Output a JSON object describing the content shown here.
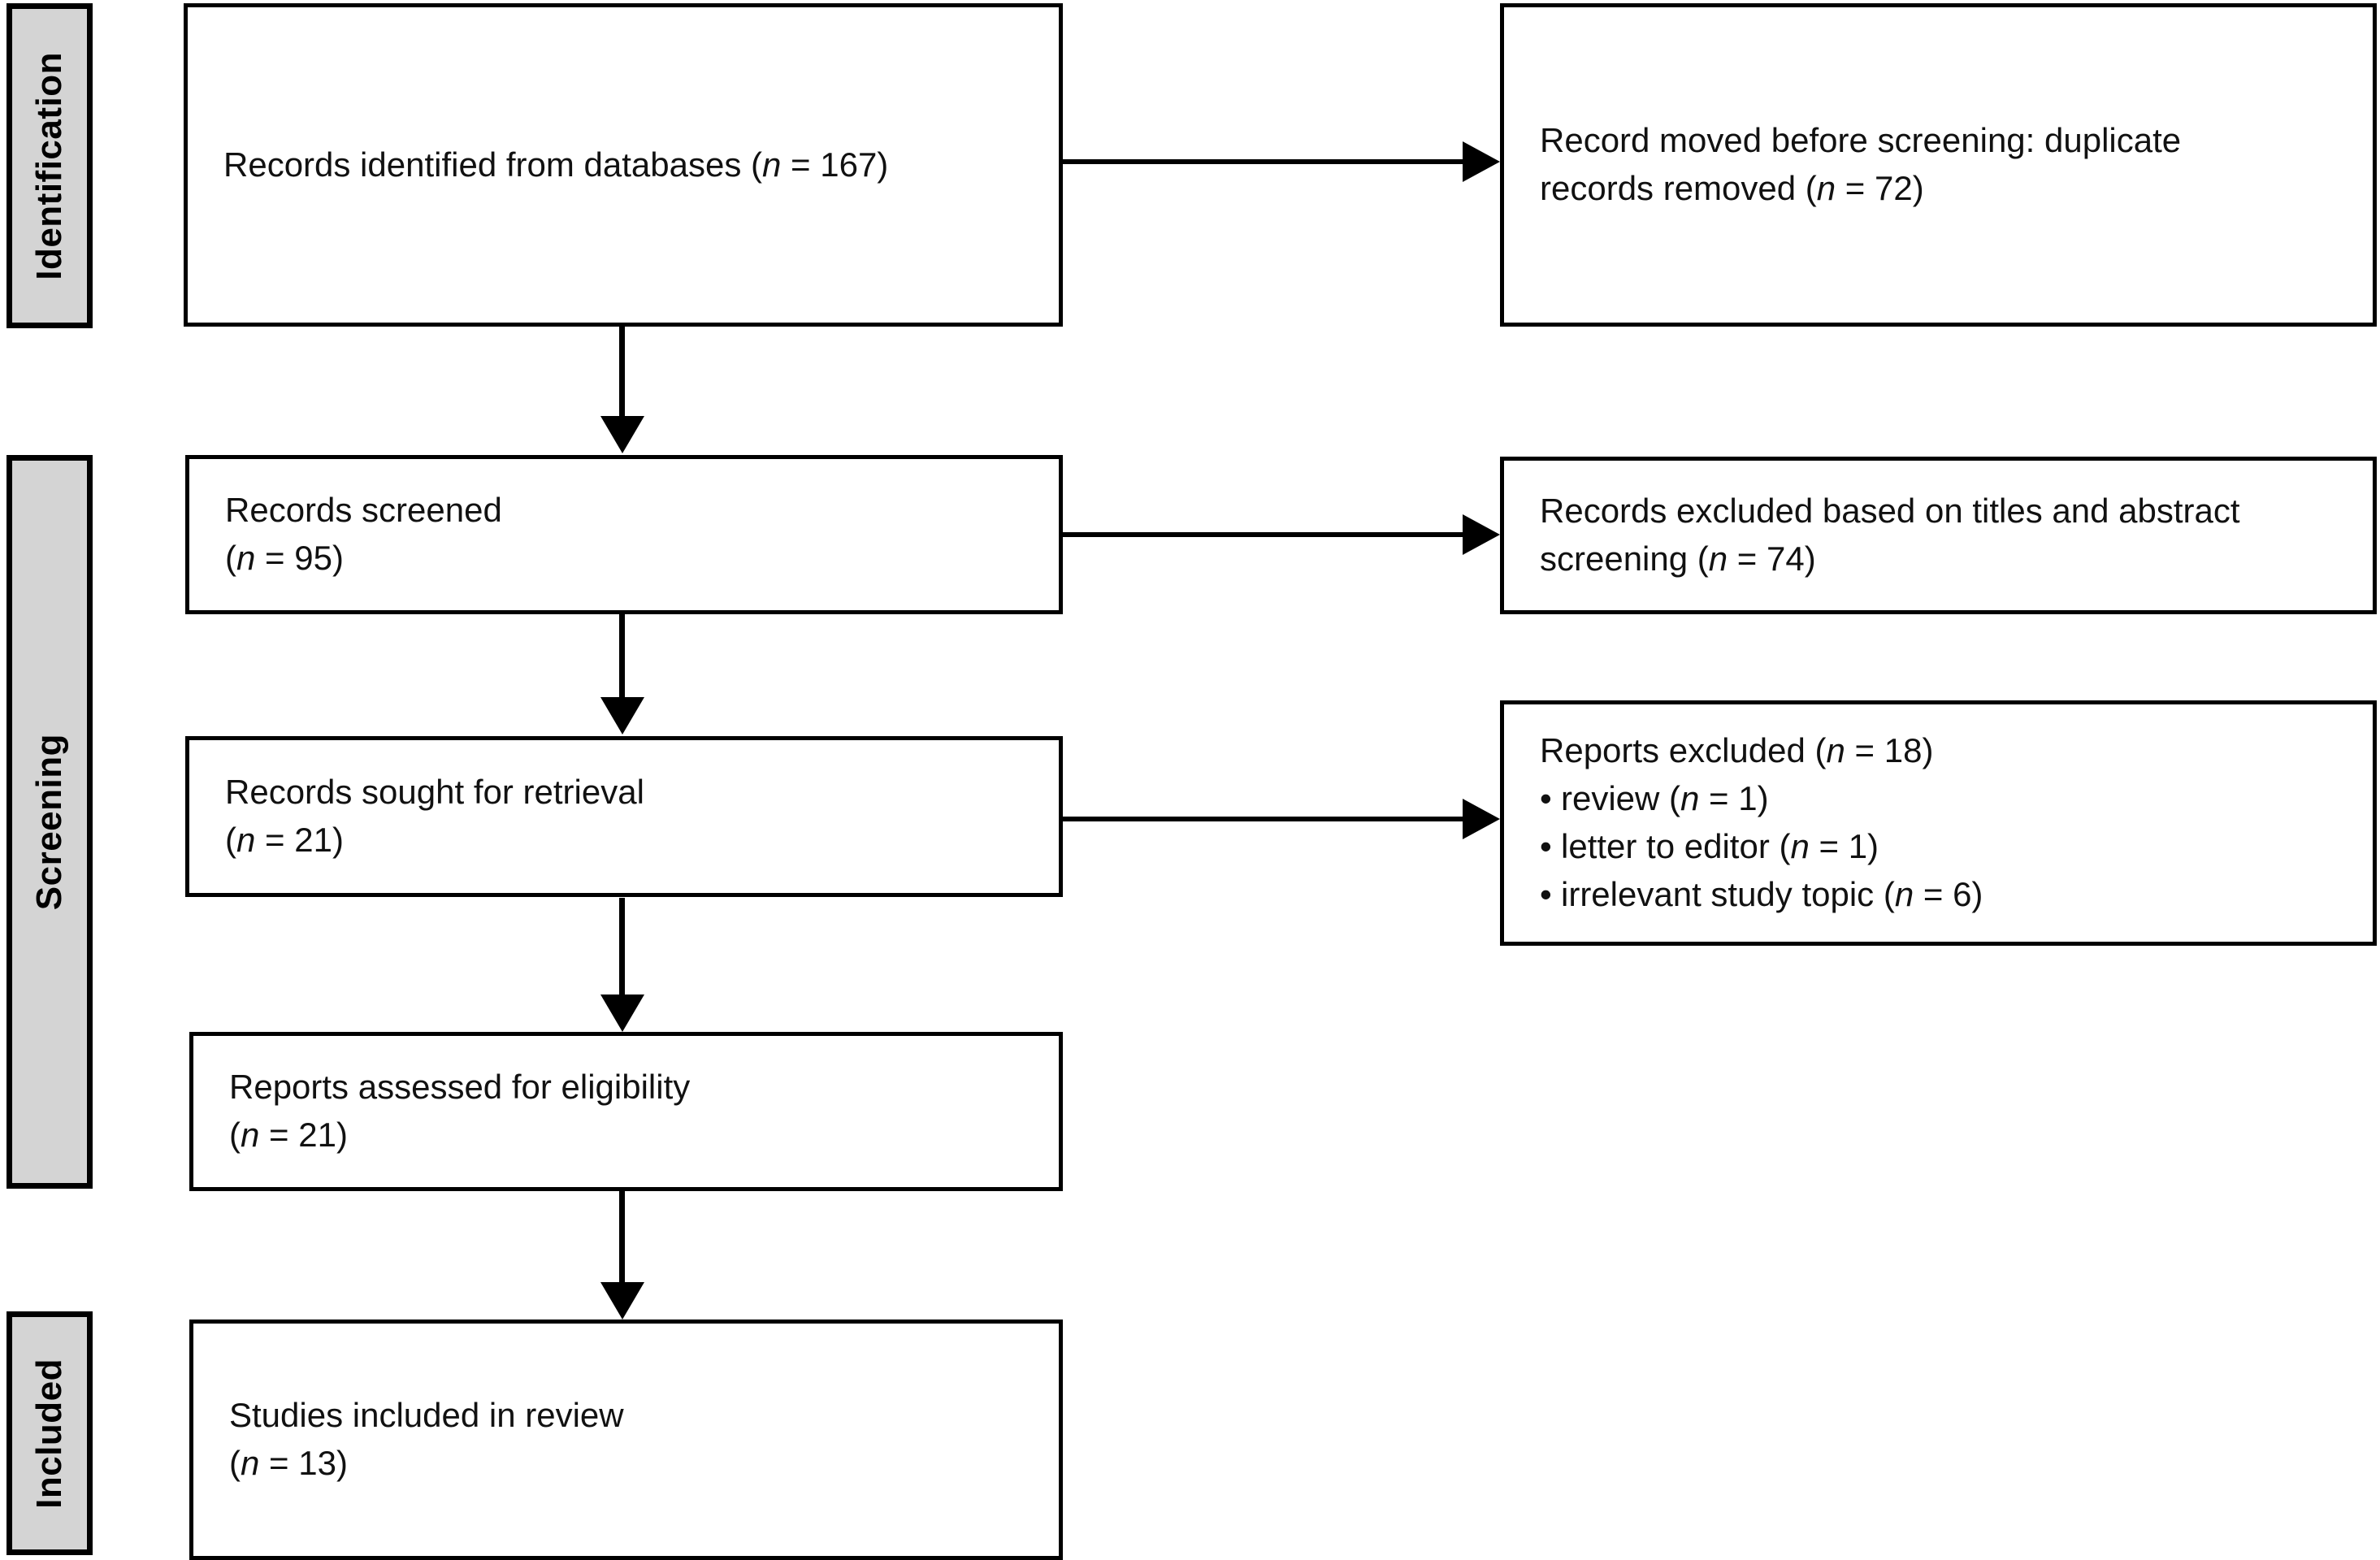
{
  "diagram": {
    "type": "prisma-flow-diagram",
    "stages": [
      {
        "id": "identification",
        "label": "Identification"
      },
      {
        "id": "screening",
        "label": "Screening"
      },
      {
        "id": "included",
        "label": "Included"
      }
    ],
    "boxes": {
      "records_identified": {
        "line1_a": "Records identified from databases (",
        "line1_n": "n",
        "line1_b": " = 167)"
      },
      "duplicates_removed": {
        "line1": "Record moved before screening: duplicate",
        "line2_a": "records removed (",
        "line2_n": "n",
        "line2_b": " = 72)"
      },
      "records_screened": {
        "line1": "Records screened",
        "line2_a": "(",
        "line2_n": "n",
        "line2_b": " = 95)"
      },
      "records_excluded": {
        "line1": "Records excluded based on titles and abstract",
        "line2_a": "screening (",
        "line2_n": "n",
        "line2_b": " = 74)"
      },
      "records_sought": {
        "line1": "Records sought for retrieval",
        "line2_a": "(",
        "line2_n": "n",
        "line2_b": " = 21)"
      },
      "reports_excluded": {
        "title_a": "Reports excluded (",
        "title_n": "n",
        "title_b": " = 18)",
        "bullets": [
          {
            "dot": "•",
            "text_a": "review (",
            "text_n": "n",
            "text_b": " = 1)"
          },
          {
            "dot": "•",
            "text_a": "letter to editor (",
            "text_n": "n",
            "text_b": " = 1)"
          },
          {
            "dot": "•",
            "text_a": "irrelevant study topic (",
            "text_n": "n",
            "text_b": " = 6)"
          }
        ]
      },
      "reports_assessed": {
        "line1": "Reports assessed for eligibility",
        "line2_a": "(",
        "line2_n": "n",
        "line2_b": " = 21)"
      },
      "studies_included": {
        "line1": "Studies included in review",
        "line2_a": "(",
        "line2_n": "n",
        "line2_b": " = 13)"
      }
    },
    "colors": {
      "stage_band_fill": "#d4d4d4",
      "border": "#000000",
      "box_fill": "#ffffff",
      "text": "#111111"
    }
  }
}
